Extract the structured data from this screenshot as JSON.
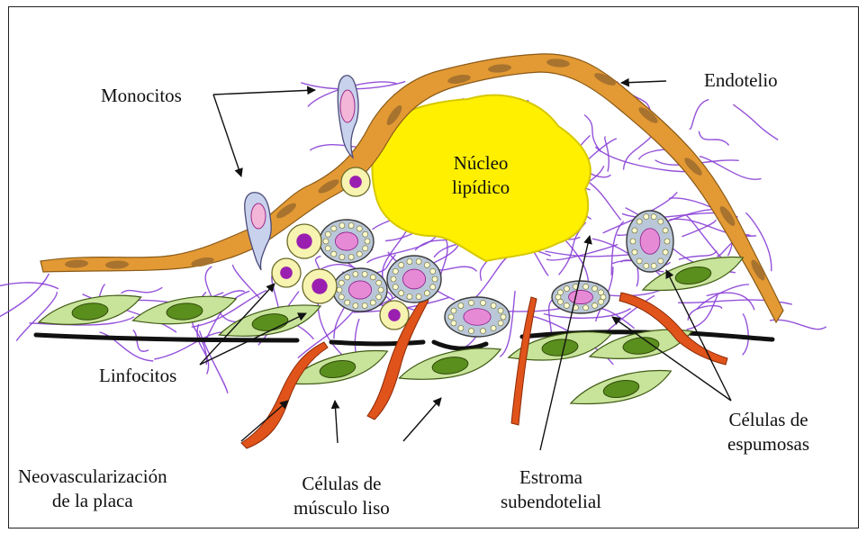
{
  "labels": {
    "monocitos": "Monocitos",
    "endotelio": "Endotelio",
    "nucleo_line1": "Núcleo",
    "nucleo_line2": "lipídico",
    "linfocitos": "Linfocitos",
    "espumosas_line1": "Células de",
    "espumosas_line2": "espumosas",
    "neovasc_line1": "Neovascularización",
    "neovasc_line2": "de la placa",
    "musculo_line1": "Células de",
    "musculo_line2": "músculo liso",
    "estroma_line1": "Estroma",
    "estroma_line2": "subendotelial"
  },
  "colors": {
    "endothelium": "#e39a34",
    "endothelium_nucleus": "#a8732e",
    "lipid_core": "#fff000",
    "fibers": "#8a3fd6",
    "smooth_muscle": "#c8e39a",
    "smooth_muscle_nucleus": "#5a8f1e",
    "foam_cell": "#b9c7d8",
    "lymphocyte": "#f7f3b0",
    "lymphocyte_nucleus": "#9a1fb0",
    "vessel": "#e0531a",
    "lamina": "#111111"
  }
}
